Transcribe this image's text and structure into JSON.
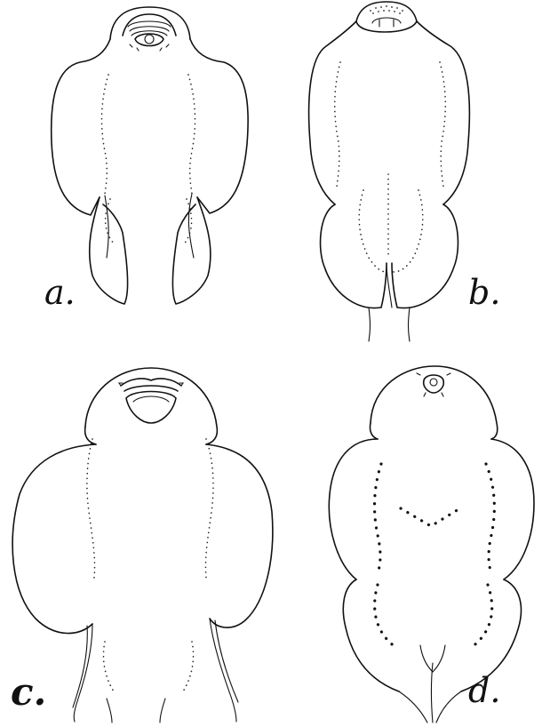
{
  "figure": {
    "panels": [
      {
        "id": "a",
        "label": "a."
      },
      {
        "id": "b",
        "label": "b."
      },
      {
        "id": "c",
        "label": "c."
      },
      {
        "id": "d",
        "label": "d."
      }
    ]
  },
  "colors": {
    "ink": "#111111",
    "paper": "#ffffff"
  }
}
